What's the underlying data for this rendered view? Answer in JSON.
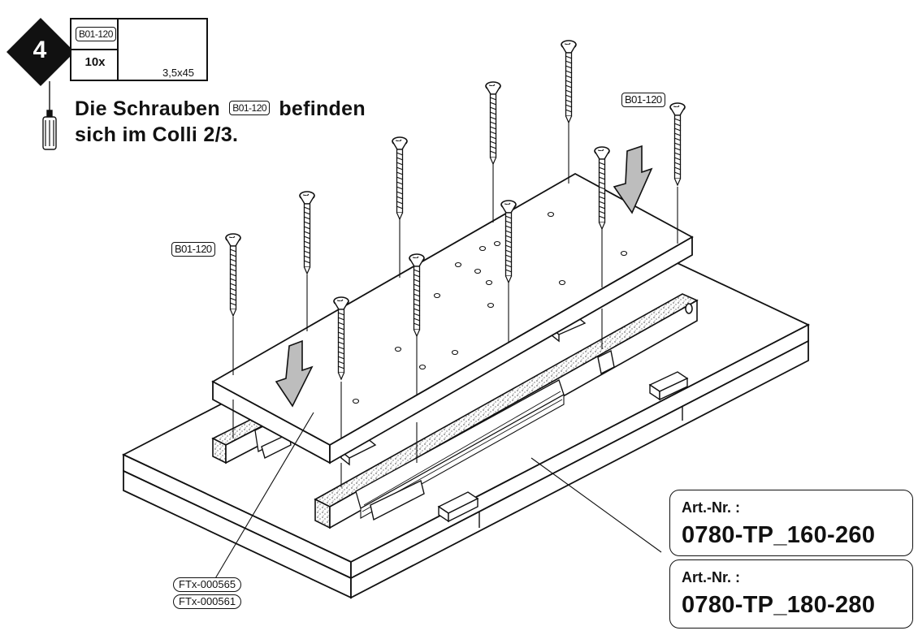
{
  "step": {
    "number": "4"
  },
  "parts": {
    "code": "B01-120",
    "quantity": "10x",
    "size": "3,5x45"
  },
  "instruction": {
    "line1_before": "Die Schrauben",
    "code": "B01-120",
    "line1_after": "befinden",
    "line2": "sich im Colli 2/3."
  },
  "screw_labels": {
    "left": "B01-120",
    "right": "B01-120"
  },
  "ftx_labels": [
    "FTx-000565",
    "FTx-000561"
  ],
  "articles": [
    {
      "label": "Art.-Nr. :",
      "number": "0780-TP_160-260"
    },
    {
      "label": "Art.-Nr. :",
      "number": "0780-TP_180-280"
    }
  ]
}
